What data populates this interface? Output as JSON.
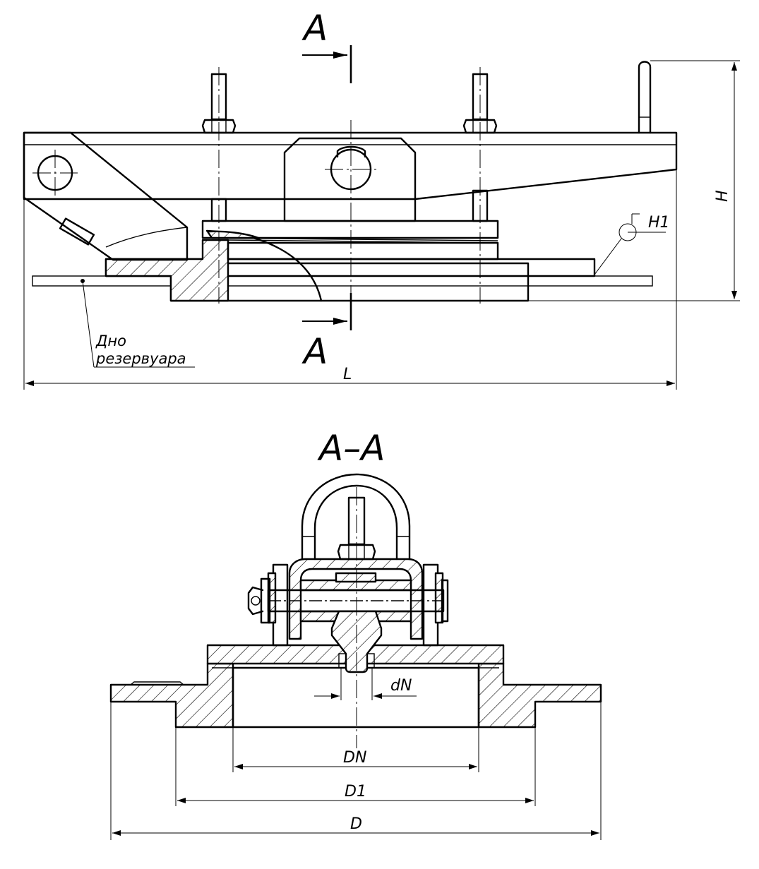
{
  "section_marks": {
    "top": "A",
    "bottom": "A",
    "section_title": "A–A"
  },
  "dimensions": {
    "length": "L",
    "height": "H",
    "height_1": "H1",
    "nominal_diameter": "DN",
    "flange_diameter_1": "D1",
    "flange_diameter": "D",
    "rod_diameter": "dN"
  },
  "notes": {
    "tank_bottom_line1": "Дно",
    "tank_bottom_line2": "резервуара"
  }
}
